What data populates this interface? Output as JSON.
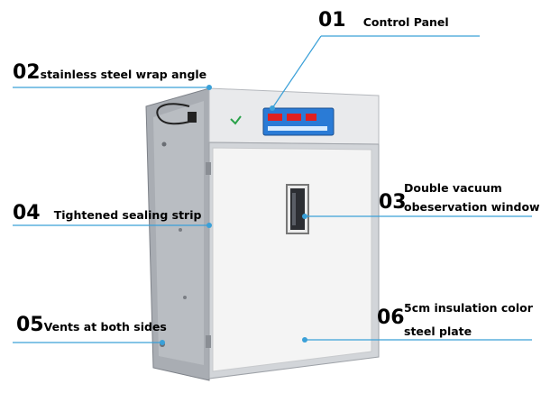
{
  "colors": {
    "leader": "#3aa0d8",
    "body_white": "#f3f3f3",
    "frame_steel": "#c9ccd0",
    "side_steel": "#a8acb2",
    "panel_blue": "#2a7bd6",
    "display_red": "#e02020"
  },
  "callouts": [
    {
      "num": "01",
      "text": "Control Panel"
    },
    {
      "num": "02",
      "text": "stainless steel wrap angle"
    },
    {
      "num": "03",
      "text": "Double vacuum",
      "text2": "obeservation window"
    },
    {
      "num": "04",
      "text": "Tightened sealing strip"
    },
    {
      "num": "05",
      "text": "Vents at both sides"
    },
    {
      "num": "06",
      "text": "5cm insulation color",
      "text2": "steel plate"
    }
  ],
  "icons": [
    "hinge-icon",
    "vent-icon",
    "logo-icon"
  ]
}
